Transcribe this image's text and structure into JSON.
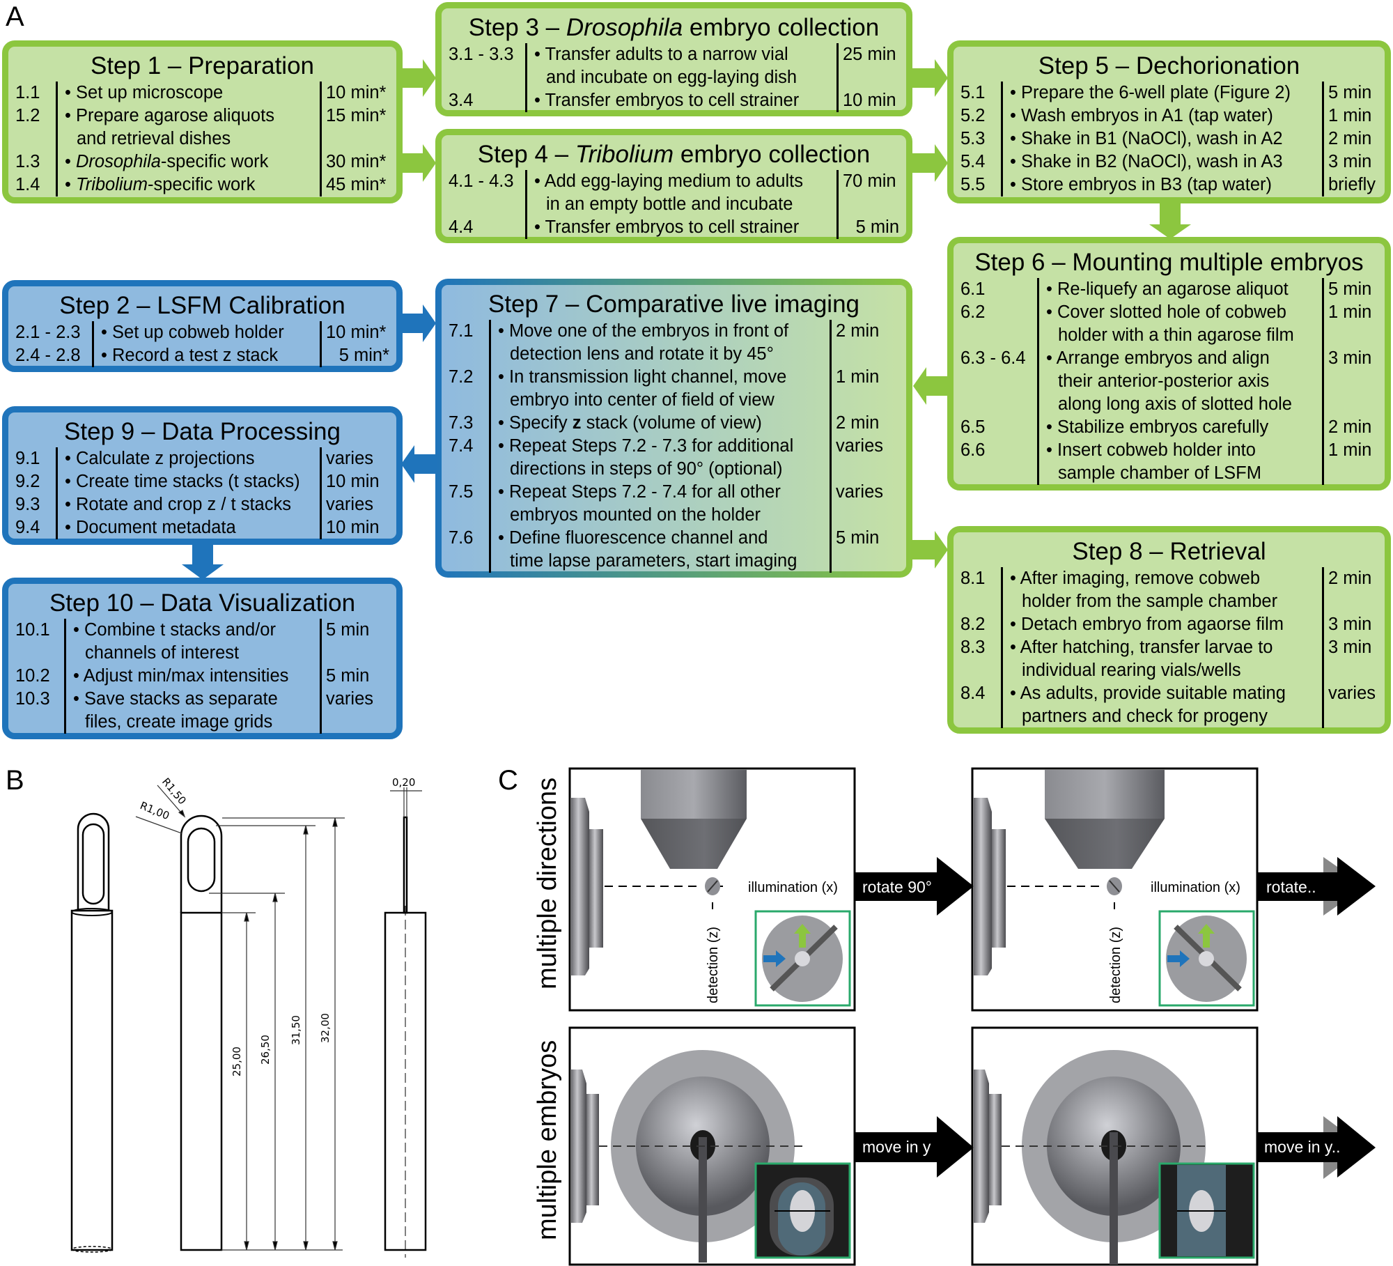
{
  "panels": {
    "A": "A",
    "B": "B",
    "C": "C"
  },
  "colors": {
    "green_border": "#8cc63f",
    "green_fill": "#c5e1a5",
    "blue_border": "#1f74bb",
    "blue_fill": "#8fbadf",
    "inset_border": "#2aa96b"
  },
  "steps": {
    "s1": {
      "title_pre": "Step 1 – Preparation",
      "title_it": "",
      "title_post": "",
      "rows": [
        {
          "num": "1.1",
          "it": "",
          "text": "• Set up microscope",
          "time": "10 min*"
        },
        {
          "num": "1.2",
          "it": "",
          "text": "• Prepare agarose aliquots\nand retrieval dishes",
          "time": "15 min*"
        },
        {
          "num": "1.3",
          "it": "Drosophila",
          "text": "-specific work",
          "time": "30 min*"
        },
        {
          "num": "1.4",
          "it": "Tribolium",
          "text": "-specific work",
          "time": "45 min*"
        }
      ]
    },
    "s2": {
      "title_pre": "Step 2 – LSFM Calibration",
      "rows": [
        {
          "num": "2.1 - 2.3",
          "text": "• Set up cobweb holder",
          "time": "10 min*"
        },
        {
          "num": "2.4 - 2.8",
          "text": "• Record a test z stack",
          "time": "5 min*"
        }
      ]
    },
    "s3": {
      "title_pre": "Step 3 – ",
      "title_it": "Drosophila",
      "title_post": " embryo collection",
      "rows": [
        {
          "num": "3.1 - 3.3",
          "text": "• Transfer adults to a narrow vial\nand incubate on egg-laying dish",
          "time": "25 min"
        },
        {
          "num": "3.4",
          "text": "• Transfer embryos to cell strainer",
          "time": "10 min"
        }
      ]
    },
    "s4": {
      "title_pre": "Step 4 – ",
      "title_it": "Tribolium",
      "title_post": " embryo collection",
      "rows": [
        {
          "num": "4.1 - 4.3",
          "text": "• Add egg-laying medium to adults\nin an empty bottle and incubate",
          "time": "70 min"
        },
        {
          "num": "4.4",
          "text": "• Transfer embryos to cell strainer",
          "time": "5 min"
        }
      ]
    },
    "s5": {
      "title_pre": "Step 5 – Dechorionation",
      "rows": [
        {
          "num": "5.1",
          "text": "• Prepare the 6-well plate (Figure 2)",
          "time": "5 min"
        },
        {
          "num": "5.2",
          "text": "• Wash embryos in A1 (tap water)",
          "time": "1 min"
        },
        {
          "num": "5.3",
          "text": "• Shake in B1 (NaOCl), wash in A2",
          "time": "2 min"
        },
        {
          "num": "5.4",
          "text": "• Shake in B2 (NaOCl), wash in A3",
          "time": "3 min"
        },
        {
          "num": "5.5",
          "text": "• Store embryos in B3 (tap water)",
          "time": "briefly"
        }
      ]
    },
    "s6": {
      "title_pre": "Step 6 – Mounting multiple embryos",
      "rows": [
        {
          "num": "6.1",
          "text": "• Re-liquefy an agarose aliquot",
          "time": "5 min"
        },
        {
          "num": "6.2",
          "text": "• Cover slotted hole of cobweb\nholder with a thin agarose film",
          "time": "1 min"
        },
        {
          "num": "6.3 - 6.4",
          "text": "• Arrange embryos and align\ntheir anterior-posterior axis\nalong long axis of slotted hole",
          "time": "3 min"
        },
        {
          "num": "6.5",
          "text": "• Stabilize embryos carefully",
          "time": "2 min"
        },
        {
          "num": "6.6",
          "text": "• Insert cobweb holder into\nsample chamber of LSFM",
          "time": "1 min"
        }
      ]
    },
    "s7": {
      "title_pre": "Step 7 – Comparative live imaging",
      "rows": [
        {
          "num": "7.1",
          "text": "• Move one of the embryos in front of\ndetection lens and rotate it by 45°",
          "time": "2 min"
        },
        {
          "num": "7.2",
          "text": "• In transmission light channel, move\nembryo into center of field of view",
          "time": "1 min"
        },
        {
          "num": "7.3",
          "text": "• Specify z stack (volume of view)",
          "time": "2 min"
        },
        {
          "num": "7.4",
          "text": "• Repeat Steps 7.2 - 7.3 for additional\ndirections in steps of 90° (optional)",
          "time": "varies"
        },
        {
          "num": "7.5",
          "text": "• Repeat Steps 7.2 - 7.4 for all other\nembryos mounted on the holder",
          "time": "varies"
        },
        {
          "num": "7.6",
          "text": "• Define fluorescence channel and\ntime lapse parameters, start imaging",
          "time": "5 min"
        }
      ]
    },
    "s8": {
      "title_pre": "Step 8 – Retrieval",
      "rows": [
        {
          "num": "8.1",
          "text": "• After imaging, remove cobweb\nholder from the sample chamber",
          "time": "2 min"
        },
        {
          "num": "8.2",
          "text": "• Detach embryo from agaorse film",
          "time": "3 min"
        },
        {
          "num": "8.3",
          "text": "• After hatching, transfer larvae to\nindividual rearing vials/wells",
          "time": "3 min"
        },
        {
          "num": "8.4",
          "text": "• As adults, provide suitable mating\npartners and check for progeny",
          "time": "varies"
        }
      ]
    },
    "s9": {
      "title_pre": "Step 9 – Data Processing",
      "rows": [
        {
          "num": "9.1",
          "text": "• Calculate z projections",
          "time": "varies"
        },
        {
          "num": "9.2",
          "text": "• Create time stacks (t stacks)",
          "time": "10 min"
        },
        {
          "num": "9.3",
          "text": "• Rotate and crop z / t stacks",
          "time": "varies"
        },
        {
          "num": "9.4",
          "text": "• Document metadata",
          "time": "10 min"
        }
      ]
    },
    "s10": {
      "title_pre": "Step 10 – Data Visualization",
      "rows": [
        {
          "num": "10.1",
          "text": "• Combine t stacks and/or\nchannels of interest",
          "time": "5 min"
        },
        {
          "num": "10.2",
          "text": "• Adjust min/max intensities",
          "time": "5 min"
        },
        {
          "num": "10.3",
          "text": "• Save stacks as separate\nfiles, create image grids",
          "time": "varies"
        }
      ]
    }
  },
  "drawing": {
    "dims": [
      "R1,50",
      "R1,00",
      "0,20",
      "25,00",
      "26,50",
      "31,50",
      "32,00"
    ]
  },
  "panelC": {
    "row_labels": [
      "multiple directions",
      "multiple embryos"
    ],
    "axis_illumination": "illumination (x)",
    "axis_detection": "detection (z)",
    "arrows": [
      "rotate 90°",
      "rotate..",
      "move in y",
      "move in y.."
    ]
  }
}
